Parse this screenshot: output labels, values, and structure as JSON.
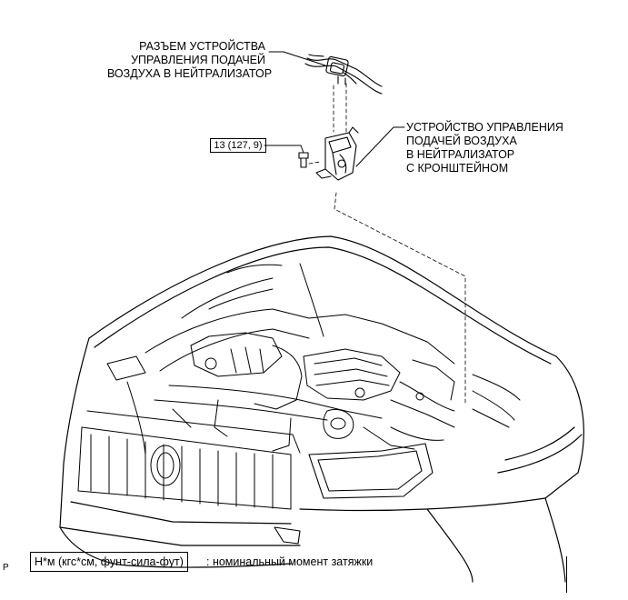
{
  "labels": {
    "connector": [
      "РАЗЪЕМ УСТРОЙСТВА",
      "УПРАВЛЕНИЯ ПОДАЧЕЙ",
      "ВОЗДУХА В НЕЙТРАЛИЗАТОР"
    ],
    "device": [
      "УСТРОЙСТВО УПРАВЛЕНИЯ",
      "ПОДАЧЕЙ ВОЗДУХА",
      "В НЕЙТРАЛИЗАТОР",
      "С КРОНШТЕЙНОМ"
    ],
    "torque_value": "13 (127, 9)"
  },
  "legend": {
    "units": "Н*м (кгс*см, фунт-сила-фут)",
    "description": ": номинальный момент затяжки"
  },
  "page_code": "P"
}
